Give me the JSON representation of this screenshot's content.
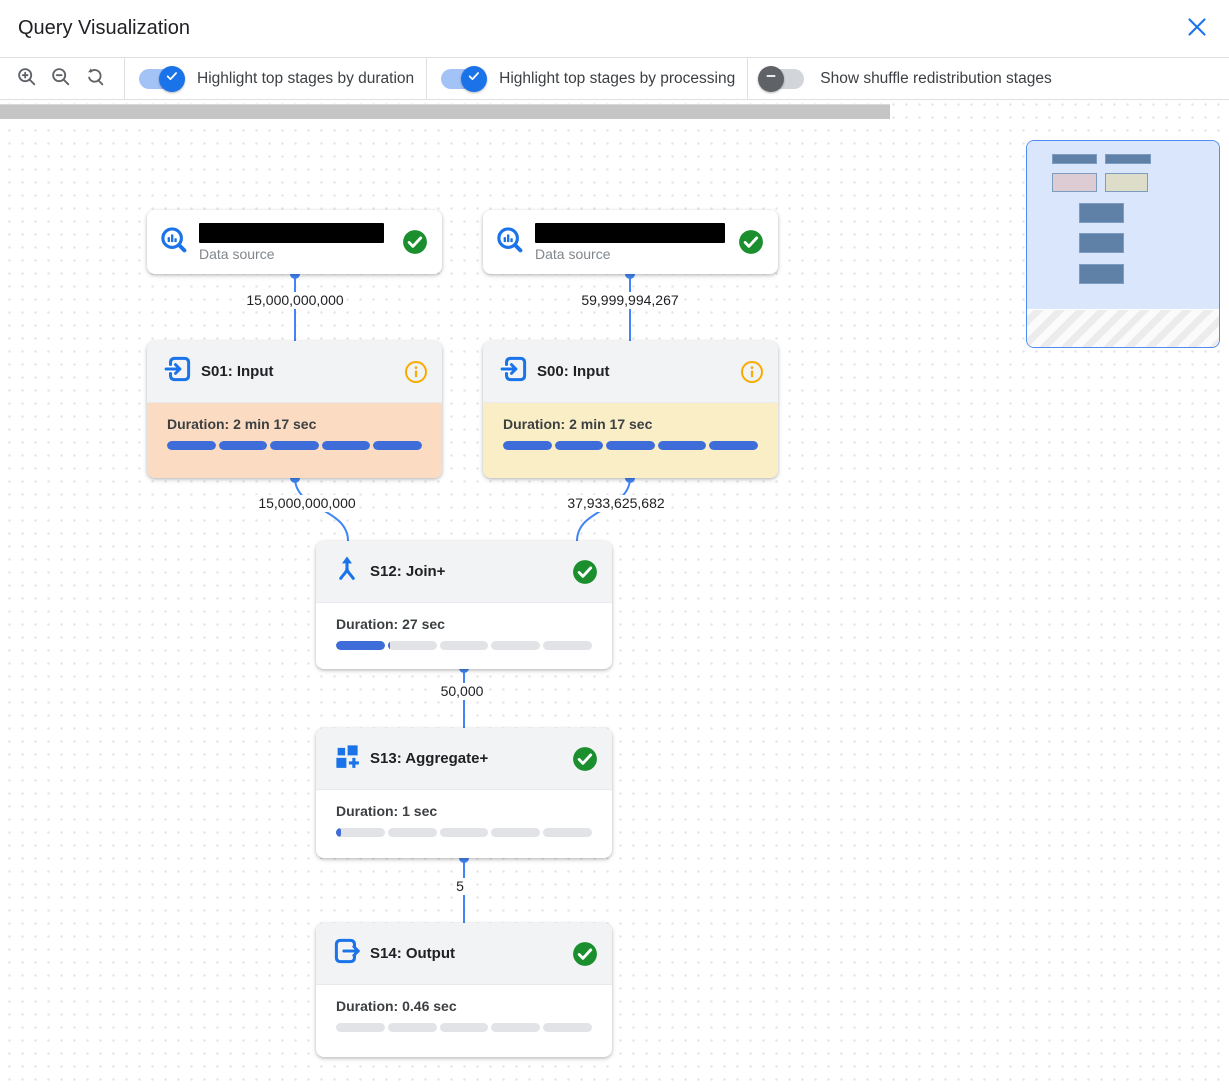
{
  "colors": {
    "accent_blue": "#1a73e8",
    "edge_blue": "#4285f4",
    "progress_blue": "#3e6cd8",
    "progress_track": "#e2e3e6",
    "success_green": "#1b8e2d",
    "warning_orange": "#f9ab00",
    "duration_highlight": "#fbdcc2",
    "processing_highlight": "#faeec6",
    "node_header": "#f1f3f4",
    "minimap_viewport": "#d9e6fb",
    "minimap_node": "#5f81a8",
    "minimap_duration_node": "#ddccd4",
    "minimap_processing_node": "#deddc9"
  },
  "header": {
    "title": "Query Visualization"
  },
  "toolbar": {
    "toggles": [
      {
        "label": "Highlight top stages by duration",
        "state": "on"
      },
      {
        "label": "Highlight top stages by processing",
        "state": "on"
      },
      {
        "label": "Show shuffle redistribution stages",
        "state": "off"
      }
    ]
  },
  "graph": {
    "sources": [
      {
        "label": "Data source",
        "status": "completed",
        "name_redacted": true
      },
      {
        "label": "Data source",
        "status": "completed",
        "name_redacted": true
      }
    ],
    "stages": [
      {
        "title": "S01: Input",
        "duration": "Duration: 2 min 17 sec",
        "progress_percent": 100,
        "status": "info",
        "highlight": "duration"
      },
      {
        "title": "S00: Input",
        "duration": "Duration: 2 min 17 sec",
        "progress_percent": 100,
        "status": "info",
        "highlight": "processing"
      },
      {
        "title": "S12: Join+",
        "duration": "Duration: 27 sec",
        "progress_percent": 21,
        "status": "completed",
        "highlight": "none"
      },
      {
        "title": "S13: Aggregate+",
        "duration": "Duration: 1 sec",
        "progress_percent": 2,
        "status": "completed",
        "highlight": "none"
      },
      {
        "title": "S14: Output",
        "duration": "Duration: 0.46 sec",
        "progress_percent": 0,
        "status": "completed",
        "highlight": "none"
      }
    ],
    "edges": [
      {
        "from": "data-source-1",
        "to": "S01",
        "rows": "15,000,000,000"
      },
      {
        "from": "data-source-2",
        "to": "S00",
        "rows": "59,999,994,267"
      },
      {
        "from": "S01",
        "to": "S12",
        "rows": "15,000,000,000"
      },
      {
        "from": "S00",
        "to": "S12",
        "rows": "37,933,625,682"
      },
      {
        "from": "S12",
        "to": "S13",
        "rows": "50,000"
      },
      {
        "from": "S13",
        "to": "S14",
        "rows": "5"
      }
    ]
  }
}
